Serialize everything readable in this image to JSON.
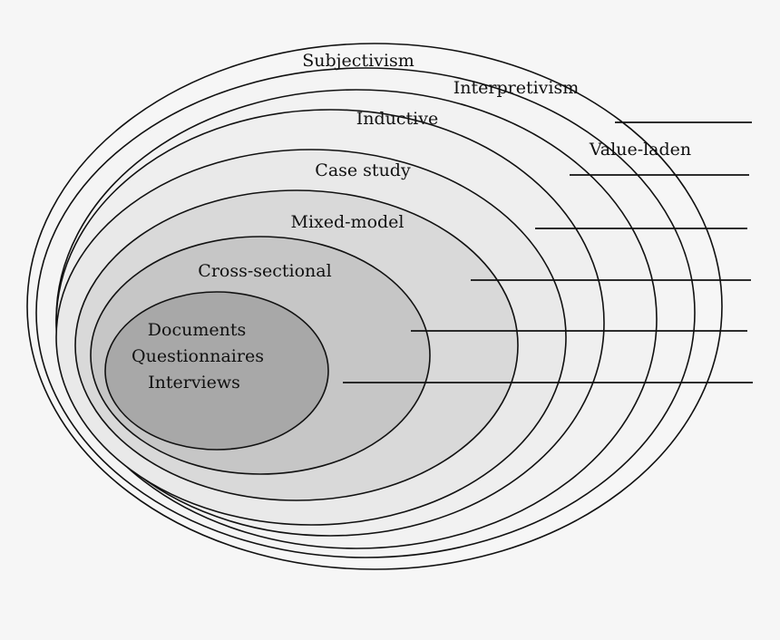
{
  "diagram": {
    "colors": {
      "background": "#f6f6f6",
      "ring_outer": "#f6f6f6",
      "ring_2": "#f3f3f3",
      "ring_3": "#f1f1f1",
      "ring_4": "#ebebeb",
      "ring_5": "#dcdcdc",
      "ring_6": "#c8c8c8",
      "ring_core": "#a9a9a9",
      "stroke": "#111111"
    },
    "layers": [
      {
        "label": "Subjectivism"
      },
      {
        "label": "Interpretivism"
      },
      {
        "label": "Value-laden"
      },
      {
        "label": "Inductive"
      },
      {
        "label": "Case study"
      },
      {
        "label": "Mixed-model"
      },
      {
        "label": "Cross-sectional"
      }
    ],
    "core": {
      "lines": [
        "Documents",
        "Questionnaires",
        "Interviews"
      ]
    }
  }
}
